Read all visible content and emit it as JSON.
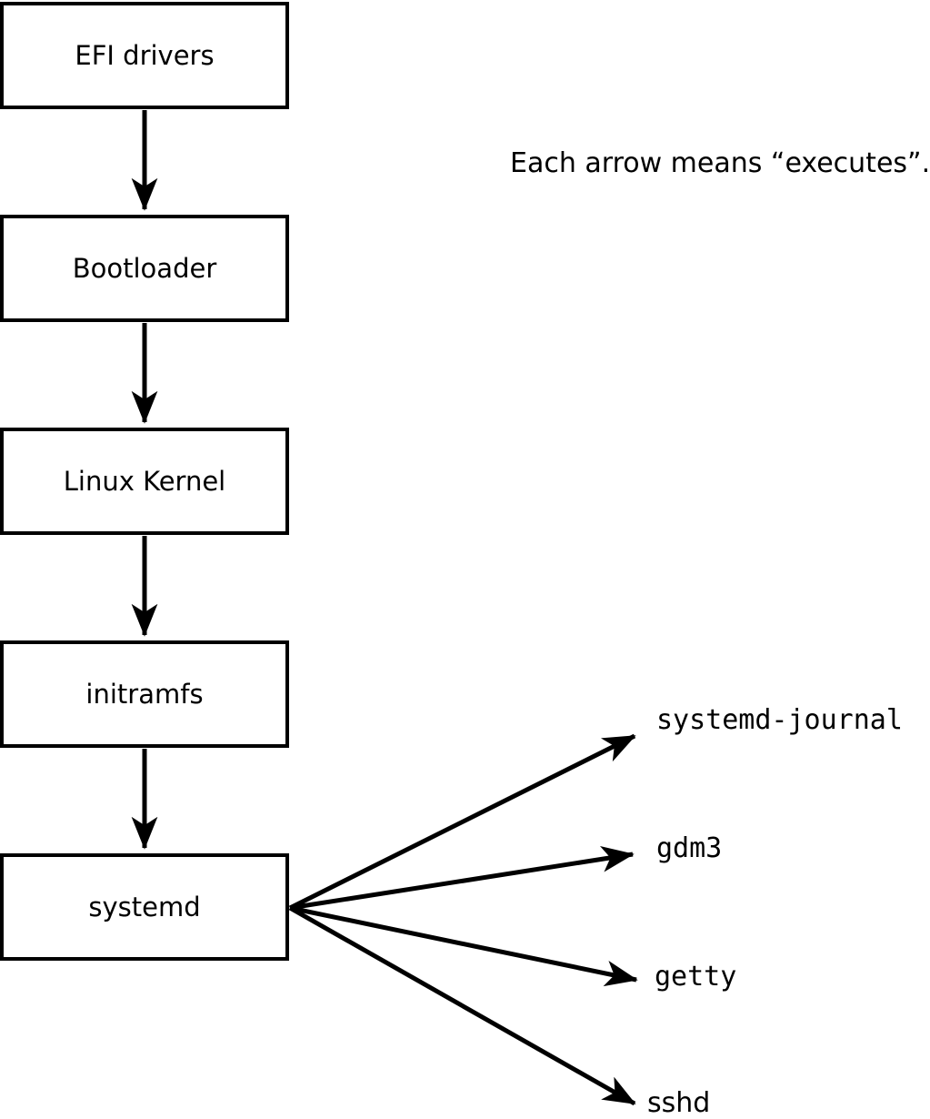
{
  "note": "Each arrow means “executes”.",
  "chain": [
    {
      "id": "efi-drivers",
      "label": "EFI drivers"
    },
    {
      "id": "bootloader",
      "label": "Bootloader"
    },
    {
      "id": "linux-kernel",
      "label": "Linux Kernel"
    },
    {
      "id": "initramfs",
      "label": "initramfs"
    },
    {
      "id": "systemd",
      "label": "systemd"
    }
  ],
  "targets": [
    {
      "id": "systemd-journal",
      "label": "systemd-journal"
    },
    {
      "id": "gdm3",
      "label": "gdm3"
    },
    {
      "id": "getty",
      "label": "getty"
    },
    {
      "id": "sshd",
      "label": "sshd"
    }
  ],
  "colors": {
    "line": "#000000",
    "background": "#ffffff",
    "box_fill": "#ffffff",
    "text": "#000000"
  }
}
